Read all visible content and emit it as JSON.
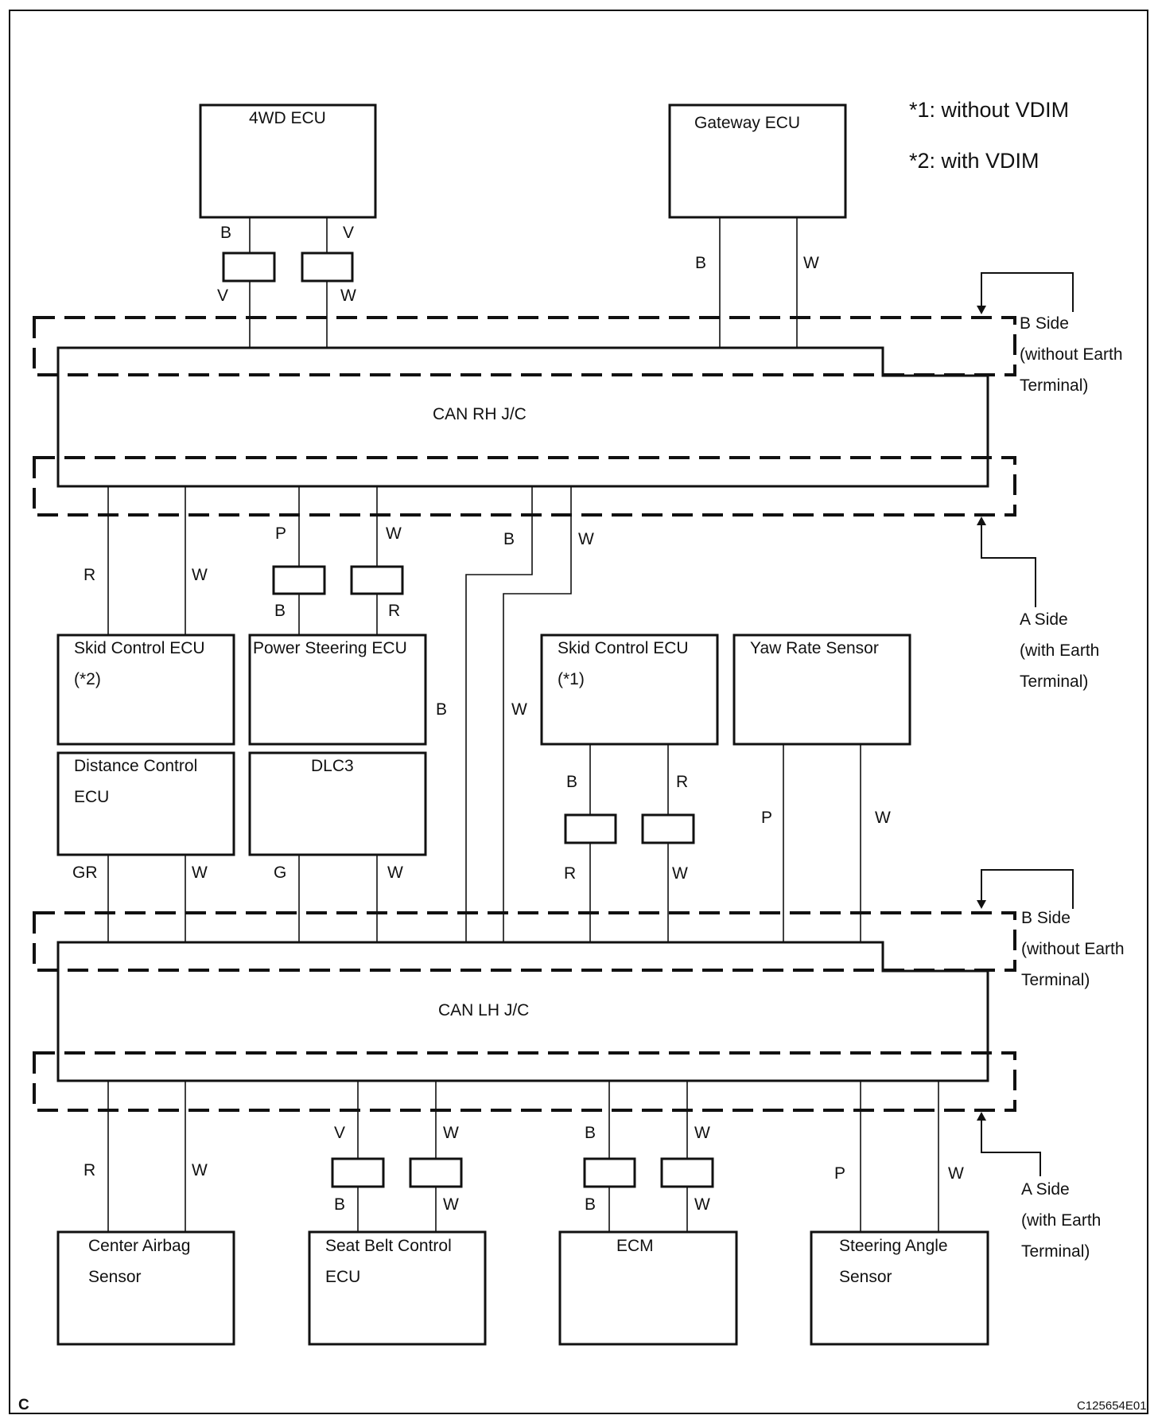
{
  "notes": {
    "n1": "*1: without VDIM",
    "n2": "*2: with VDIM"
  },
  "junctions": {
    "rh": "CAN RH J/C",
    "lh": "CAN LH J/C"
  },
  "sides": {
    "b_side": [
      "B Side",
      "(without Earth",
      "Terminal)"
    ],
    "a_side": [
      "A Side",
      "(with Earth",
      "Terminal)"
    ]
  },
  "ecus": {
    "wd4": [
      "4WD ECU"
    ],
    "gateway": [
      "Gateway ECU"
    ],
    "skid2": [
      "Skid Control ECU",
      "(*2)"
    ],
    "power_steering": [
      "Power Steering ECU"
    ],
    "skid1": [
      "Skid Control ECU",
      "(*1)"
    ],
    "yaw": [
      "Yaw Rate Sensor"
    ],
    "distance": [
      "Distance Control",
      "ECU"
    ],
    "dlc3": [
      "DLC3"
    ],
    "airbag": [
      "Center Airbag",
      "Sensor"
    ],
    "seatbelt": [
      "Seat Belt Control",
      "ECU"
    ],
    "ecm": [
      "ECM"
    ],
    "steering": [
      "Steering Angle",
      "Sensor"
    ]
  },
  "wire_labels": {
    "wd4_top": [
      "B",
      "V"
    ],
    "wd4_bottom": [
      "V",
      "W"
    ],
    "gateway": [
      "B",
      "W"
    ],
    "skid2": [
      "R",
      "W"
    ],
    "ps_top": [
      "P",
      "W"
    ],
    "ps_bottom": [
      "B",
      "R"
    ],
    "pass_top": [
      "B",
      "W"
    ],
    "pass_mid": [
      "B",
      "W"
    ],
    "skid1_top": [
      "B",
      "R"
    ],
    "skid1_bottom": [
      "R",
      "W"
    ],
    "yaw": [
      "P",
      "W"
    ],
    "distance": [
      "GR",
      "W"
    ],
    "dlc3": [
      "G",
      "W"
    ],
    "airbag": [
      "R",
      "W"
    ],
    "seatbelt_top": [
      "V",
      "W"
    ],
    "seatbelt_bottom": [
      "B",
      "W"
    ],
    "ecm_top": [
      "B",
      "W"
    ],
    "ecm_bottom": [
      "B",
      "W"
    ],
    "steering": [
      "P",
      "W"
    ]
  },
  "corner_label": "C",
  "figure_code": "C125654E01"
}
